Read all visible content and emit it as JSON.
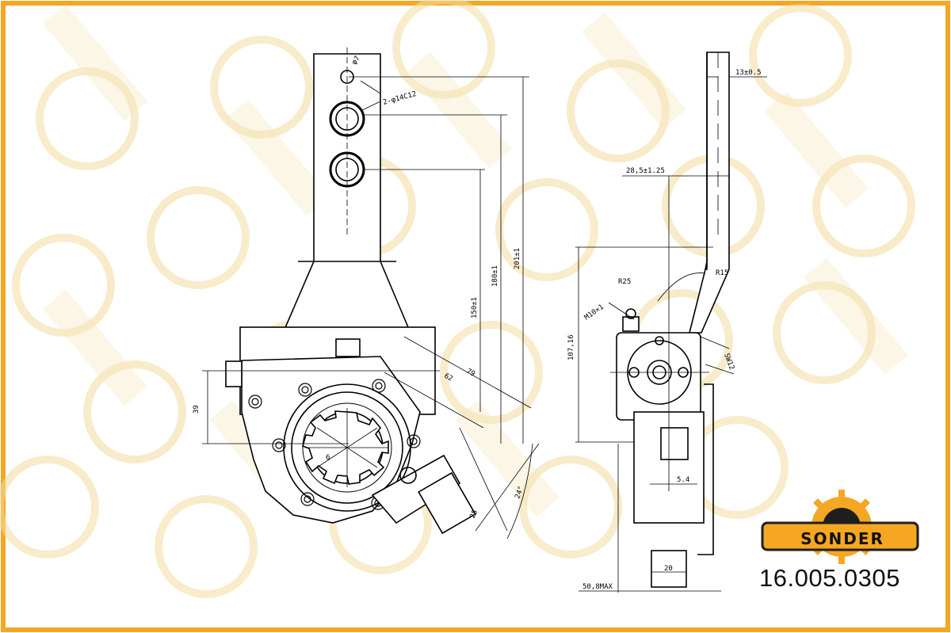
{
  "brand": {
    "name": "SONDER",
    "accent_color": "#f5a623",
    "watermark_color": "#f7e6b8"
  },
  "part_number": "16.005.0305",
  "front_view": {
    "hole_label": "φ7",
    "holes_label": "2-φ14C12",
    "dim_201": "201±1",
    "dim_180": "180±1",
    "dim_150": "150±1",
    "dim_79": "79",
    "dim_62": "62",
    "dim_39": "39",
    "dim_6": "6",
    "dim_25": "25",
    "dim_angle": "24°"
  },
  "side_view": {
    "dim_13": "13±0.5",
    "dim_28_5": "28,5±1.25",
    "dim_r15": "R15",
    "dim_r25": "R25",
    "dim_m10": "M10×1",
    "dim_107": "107,16",
    "dim_sw12": "SW12",
    "dim_5_4": "5.4",
    "dim_20": "20",
    "dim_50_8": "50,8MAX"
  }
}
